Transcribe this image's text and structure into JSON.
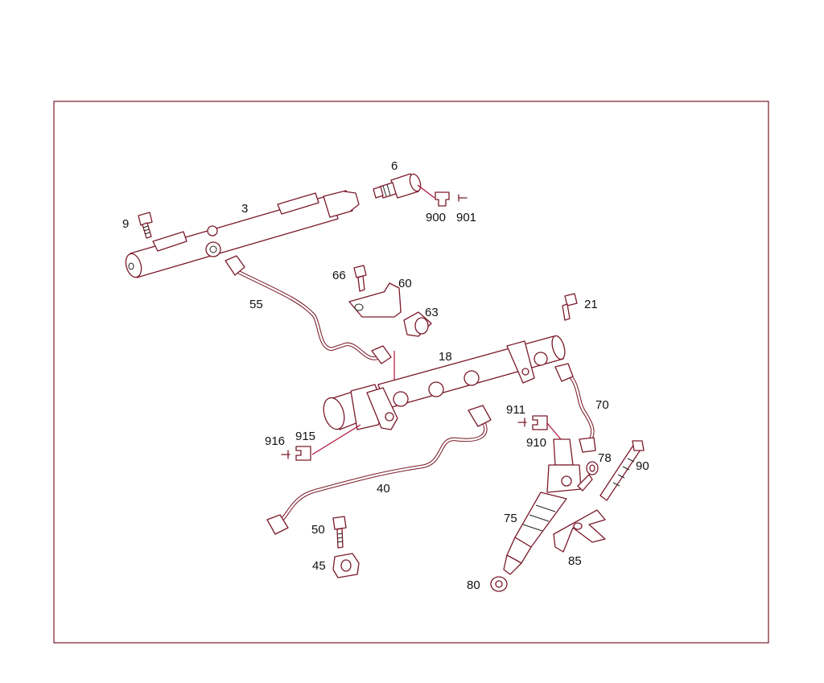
{
  "colors": {
    "line": "#7a1a2a",
    "leader": "#b0103a",
    "text": "#111111"
  },
  "callouts": [
    {
      "id": "c3",
      "text": "3"
    },
    {
      "id": "c6",
      "text": "6"
    },
    {
      "id": "c9",
      "text": "9"
    },
    {
      "id": "c900",
      "text": "900"
    },
    {
      "id": "c901",
      "text": "901"
    },
    {
      "id": "c55",
      "text": "55"
    },
    {
      "id": "c66",
      "text": "66"
    },
    {
      "id": "c60",
      "text": "60"
    },
    {
      "id": "c63",
      "text": "63"
    },
    {
      "id": "c21",
      "text": "21"
    },
    {
      "id": "c18",
      "text": "18"
    },
    {
      "id": "c70",
      "text": "70"
    },
    {
      "id": "c911",
      "text": "911"
    },
    {
      "id": "c910",
      "text": "910"
    },
    {
      "id": "c916",
      "text": "916"
    },
    {
      "id": "c915",
      "text": "915"
    },
    {
      "id": "c78",
      "text": "78"
    },
    {
      "id": "c90",
      "text": "90"
    },
    {
      "id": "c40",
      "text": "40"
    },
    {
      "id": "c75",
      "text": "75"
    },
    {
      "id": "c50",
      "text": "50"
    },
    {
      "id": "c45",
      "text": "45"
    },
    {
      "id": "c85",
      "text": "85"
    },
    {
      "id": "c80",
      "text": "80"
    }
  ]
}
